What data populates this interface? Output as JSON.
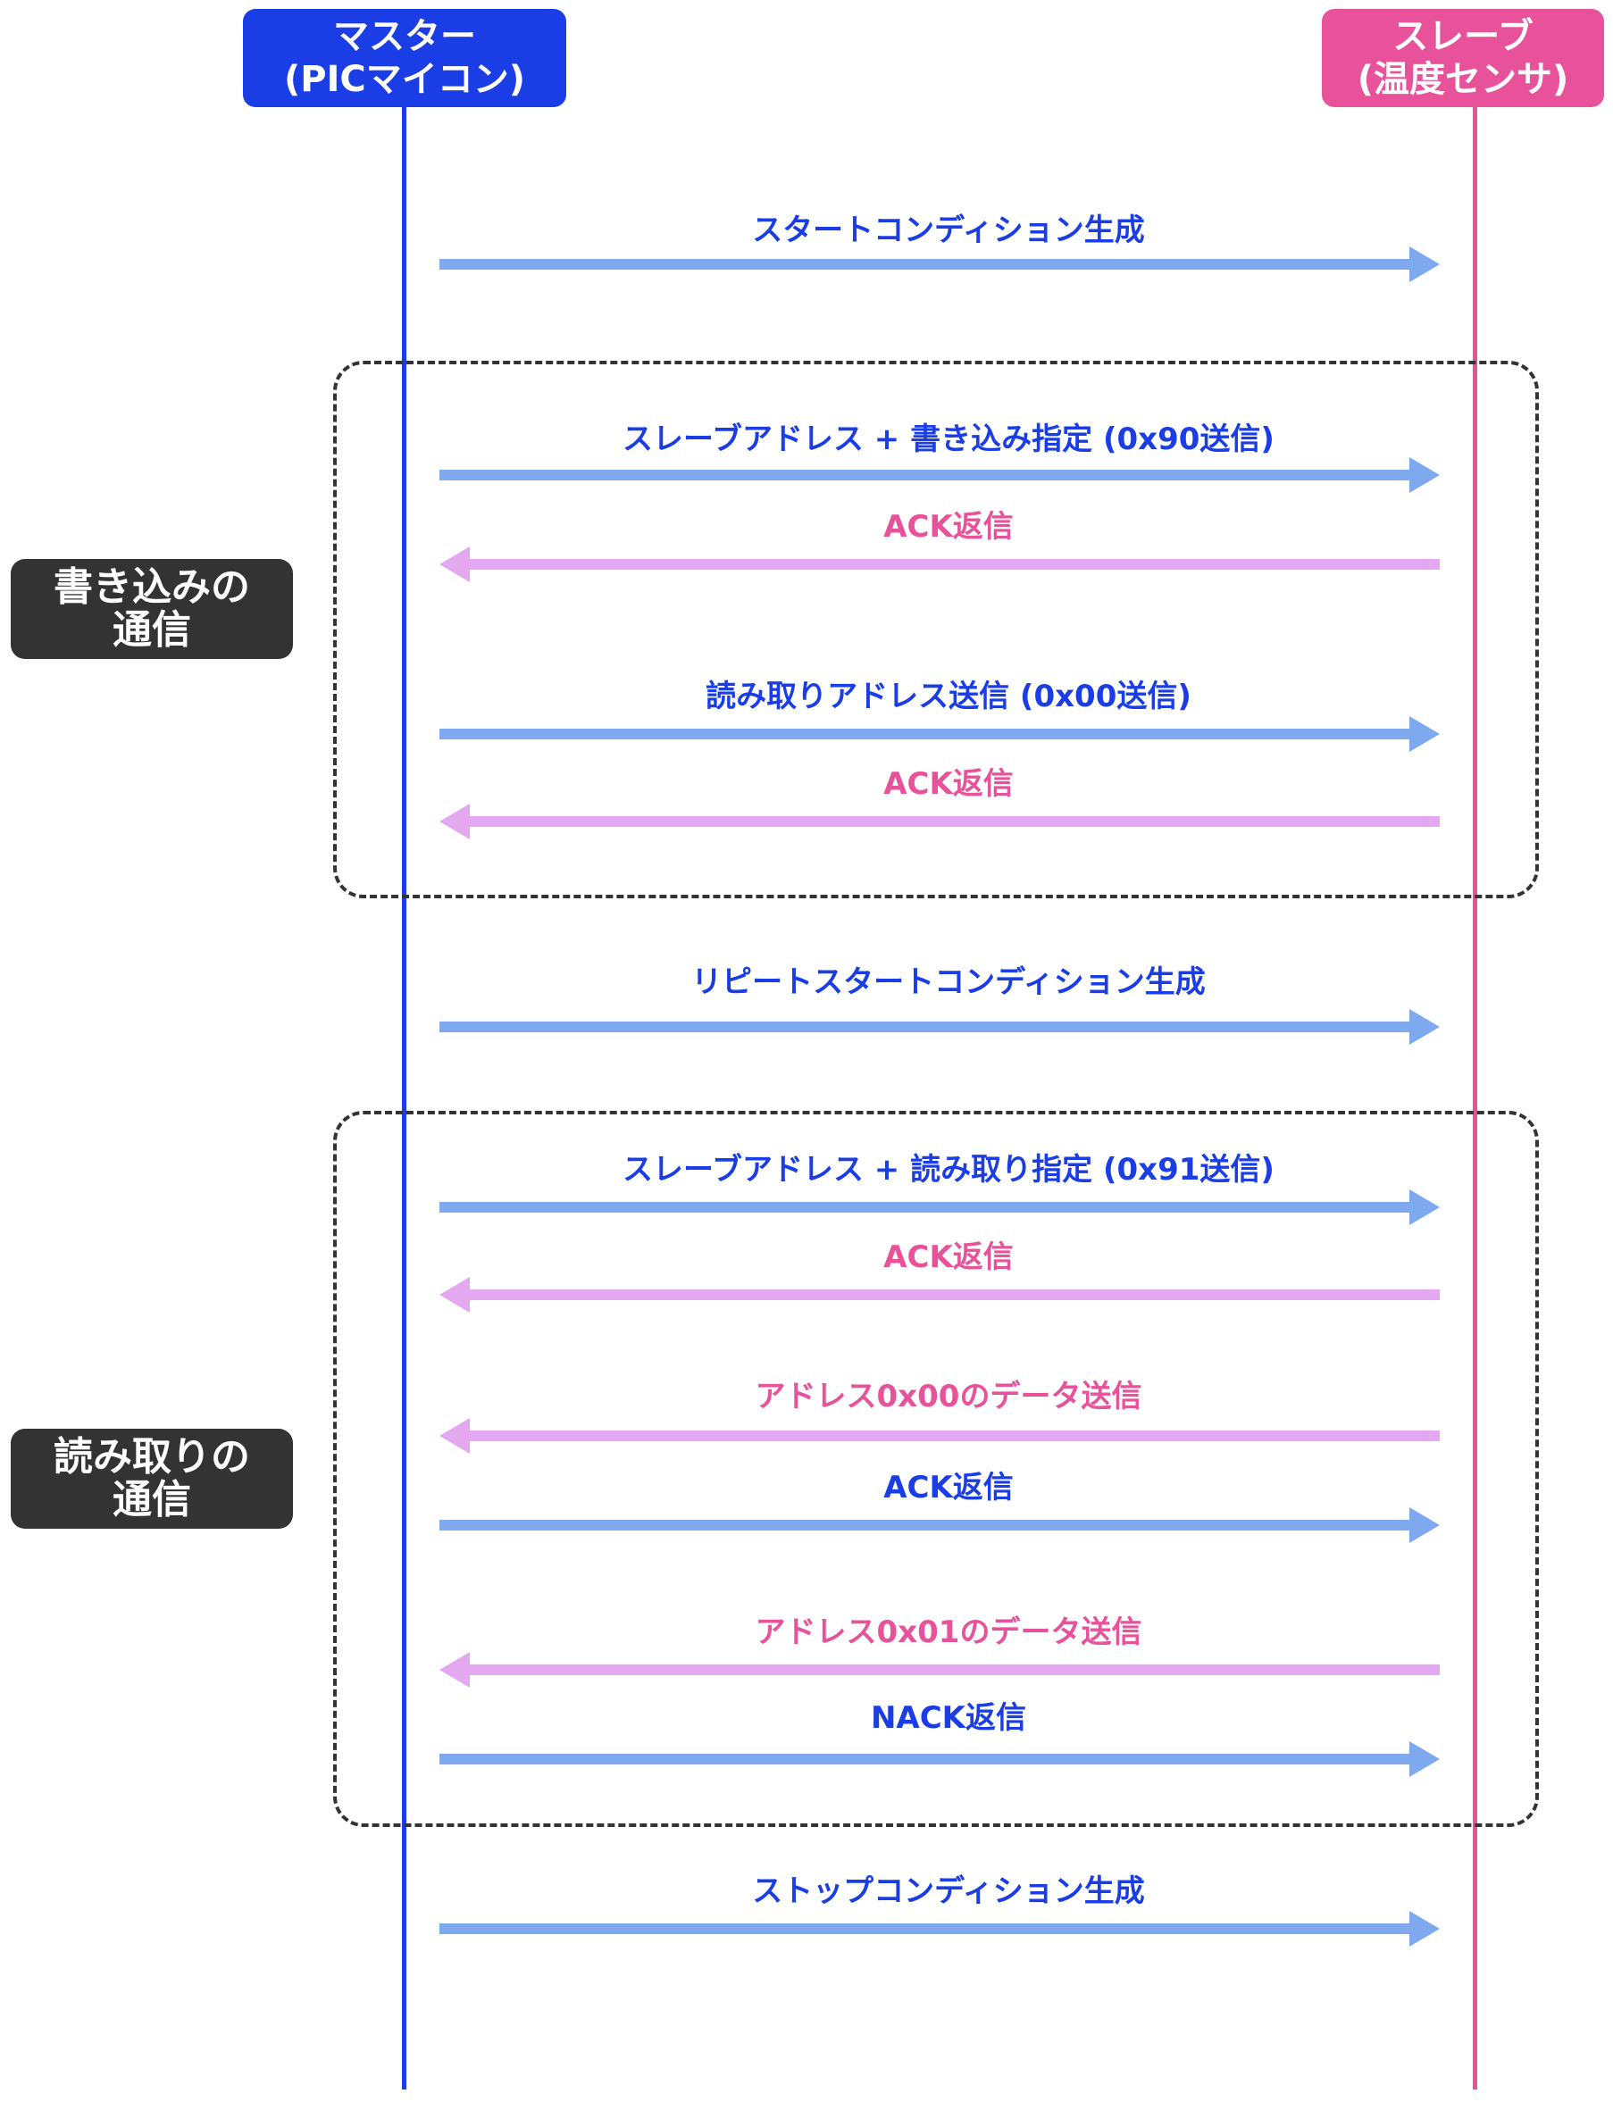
{
  "colors": {
    "master": "#1a3de6",
    "slave": "#e8529a",
    "arrow_to_slave": "#7ea9ee",
    "arrow_to_master": "#e4a8f0",
    "group_border": "#333333",
    "group_label_bg": "#333333"
  },
  "actors": {
    "master": {
      "line1": "マスター",
      "line2": "(PICマイコン)"
    },
    "slave": {
      "line1": "スレーブ",
      "line2": "(温度センサ)"
    }
  },
  "groups": {
    "write": {
      "label_line1": "書き込みの",
      "label_line2": "通信"
    },
    "read": {
      "label_line1": "読み取りの",
      "label_line2": "通信"
    }
  },
  "messages": [
    {
      "label": "スタートコンディション生成",
      "direction": "to_slave",
      "sender": "master"
    },
    {
      "label": "スレーブアドレス + 書き込み指定 (0x90送信)",
      "direction": "to_slave",
      "sender": "master"
    },
    {
      "label": "ACK返信",
      "direction": "to_master",
      "sender": "slave"
    },
    {
      "label": "読み取りアドレス送信 (0x00送信)",
      "direction": "to_slave",
      "sender": "master"
    },
    {
      "label": "ACK返信",
      "direction": "to_master",
      "sender": "slave"
    },
    {
      "label": "リピートスタートコンディション生成",
      "direction": "to_slave",
      "sender": "master"
    },
    {
      "label": "スレーブアドレス + 読み取り指定 (0x91送信)",
      "direction": "to_slave",
      "sender": "master"
    },
    {
      "label": "ACK返信",
      "direction": "to_master",
      "sender": "slave"
    },
    {
      "label": "アドレス0x00のデータ送信",
      "direction": "to_master",
      "sender": "slave"
    },
    {
      "label": "ACK返信",
      "direction": "to_slave",
      "sender": "master"
    },
    {
      "label": "アドレス0x01のデータ送信",
      "direction": "to_master",
      "sender": "slave"
    },
    {
      "label": "NACK返信",
      "direction": "to_slave",
      "sender": "master"
    },
    {
      "label": "ストップコンディション生成",
      "direction": "to_slave",
      "sender": "master"
    }
  ]
}
